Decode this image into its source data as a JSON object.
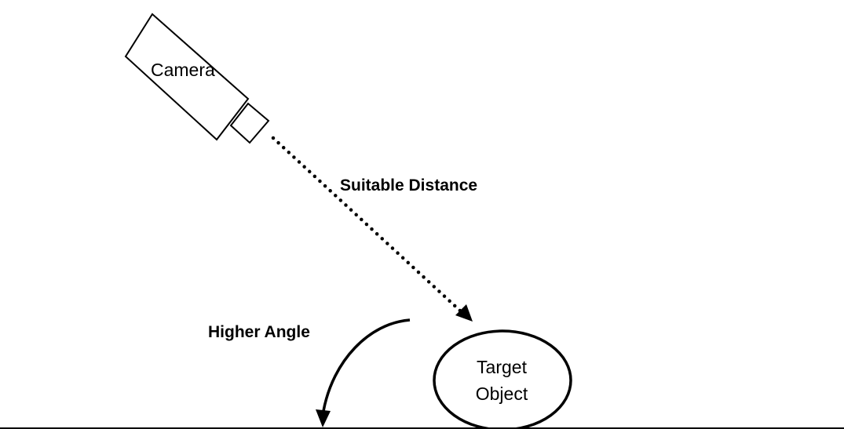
{
  "diagram": {
    "camera_label": "Camera",
    "distance_label": "Suitable Distance",
    "angle_label": "Higher Angle",
    "target_label_line1": "Target",
    "target_label_line2": "Object"
  }
}
